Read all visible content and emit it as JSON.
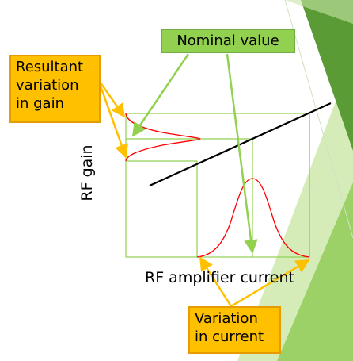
{
  "diagram": {
    "x_axis_label": "RF amplifier current",
    "y_axis_label": "RF gain",
    "callouts": {
      "nominal": {
        "label": "Nominal value"
      },
      "resultant": {
        "lines": [
          "Resultant",
          "variation",
          "in gain"
        ]
      },
      "current": {
        "lines": [
          "Variation",
          "in current"
        ]
      }
    }
  },
  "colors": {
    "box": "#92d050",
    "curve": "#ff0000",
    "response_line": "#000000",
    "callout_orange": "#ffc000",
    "callout_green": "#92d050",
    "arrow_orange": "#ffc000",
    "arrow_green": "#92d050",
    "deco_green_dark": "#5b9b35",
    "deco_green_mid": "#9bd167",
    "deco_green_light": "#d5ecb9"
  }
}
